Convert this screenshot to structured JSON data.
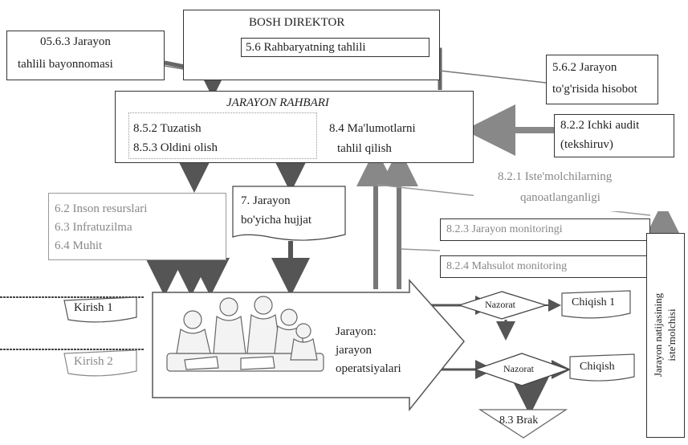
{
  "boxes": {
    "bosh_direktor": "BOSH DIREKTOR",
    "rahbariyat": "5.6 Rahbaryatning tahlili",
    "bayonnoma": [
      "05.6.3 Jarayon",
      "tahlili bayonnomasi"
    ],
    "hisobot": [
      "5.6.2 Jarayon",
      "to'g'risida hisobot"
    ],
    "jarayon_rahbari": "JARAYON RAHBARI",
    "tuzatish": [
      "8.5.2  Tuzatish",
      "8.5.3  Oldini olish"
    ],
    "malumotlar": [
      "8.4 Ma'lumotlarni",
      "tahlil qilish"
    ],
    "ichki_audit": [
      "8.2.2 Ichki audit",
      "(tekshiruv)"
    ],
    "iste_molchilar": [
      "8.2.1 Iste'molchilarning",
      "qanoatlanganligi"
    ],
    "resurslar": [
      "6.2 Inson resurslari",
      "6.3 Infratuzilma",
      "6.4 Muhit"
    ],
    "hujjat": [
      "7. Jarayon",
      "bo'yicha hujjat"
    ],
    "monitoring_jarayon": "8.2.3 Jarayon monitoringi",
    "monitoring_mahsulot": "8.2.4 Mahsulot monitoring",
    "kirish1": "Kirish 1",
    "kirish2": "Kirish 2",
    "jarayon": [
      "Jarayon:",
      "jarayon",
      "operatsiyalari"
    ],
    "nazorat1": "Nazorat",
    "nazorat2": "Nazorat",
    "chiqish1": "Chiqish 1",
    "chiqish2": "Chiqish",
    "brak": "8.3 Brak",
    "vertical": [
      "Jarayon natijasining",
      "iste'molchisi"
    ]
  }
}
